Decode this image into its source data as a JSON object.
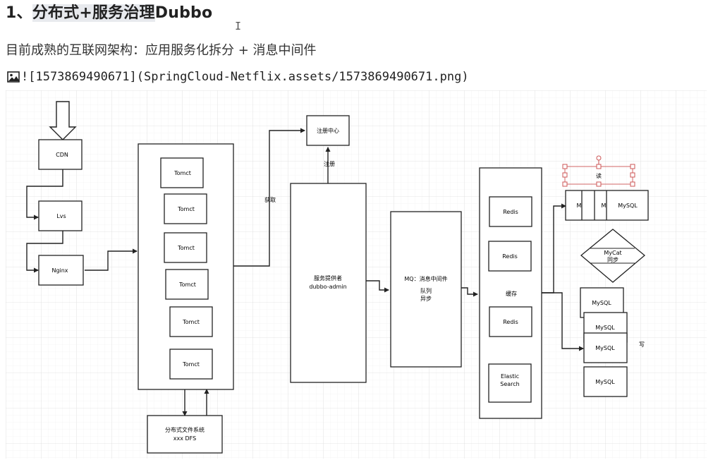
{
  "heading": {
    "number": "1、",
    "main": "分布式+服务治理",
    "suffix": "Dubbo"
  },
  "cursor": "I",
  "subtitle": "目前成熟的互联网架构：应用服务化拆分 + 消息中间件",
  "image_ref": {
    "icon": "image-icon",
    "text": "![1573869490671](SpringCloud-Netflix.assets/1573869490671.png)"
  },
  "diagram": {
    "cdn": "CDN",
    "lvs": "Lvs",
    "nginx": "Nginx",
    "tomcats": [
      "Tomct",
      "Tomct",
      "Tomct",
      "Tomct",
      "Tomct",
      "Tomct"
    ],
    "fs_line1": "分布式文件系统",
    "fs_line2": "xxx DFS",
    "registry": "注册中心",
    "register_label": "注册",
    "fetch_label": "获取",
    "provider_line1": "服务提供者",
    "provider_line2": "dubbo-admin",
    "mq_line1": "MQ：消息中间件",
    "mq_line2": "队列",
    "mq_line3": "异步",
    "redis": [
      "Redis",
      "Redis",
      "Redis"
    ],
    "cache_label": "缓存",
    "elastic_line1": "Elastic",
    "elastic_line2": "Search",
    "read_label": "读",
    "top_m1": "M",
    "top_m2": "M",
    "top_mysql": "MySQL",
    "mycat_line1": "MyCat",
    "mycat_line2": "同步",
    "mysql_boxes": [
      "MySQL",
      "MySQL",
      "MySQL",
      "MySQL"
    ],
    "write_label": "写"
  }
}
